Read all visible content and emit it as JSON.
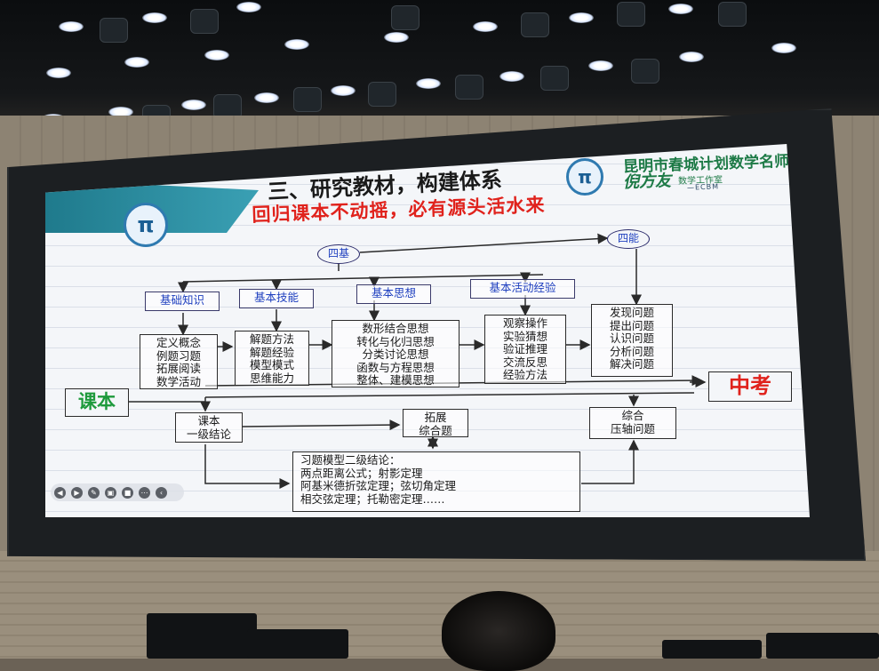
{
  "slide": {
    "title": "三、研究教材，构建体系",
    "subtitle": "回归课本不动摇，必有源头活水来",
    "brand": {
      "line1": "昆明市春城计划数学名师",
      "line2": "倪方友",
      "line3": "数学工作室",
      "line4": "—ECBM"
    },
    "logo_glyph": "π",
    "top_left_pill": "四基",
    "top_right_pill": "四能",
    "categories": [
      "基础知识",
      "基本技能",
      "基本思想",
      "基本活动经验"
    ],
    "category_details": [
      [
        "定义概念",
        "例题习题",
        "拓展阅读",
        "数学活动"
      ],
      [
        "解题方法",
        "解题经验",
        "模型模式",
        "思维能力"
      ],
      [
        "数形结合思想",
        "转化与化归思想",
        "分类讨论思想",
        "函数与方程思想",
        "整体、建模思想"
      ],
      [
        "观察操作",
        "实验猜想",
        "验证推理",
        "交流反思",
        "经验方法"
      ],
      [
        "发现问题",
        "提出问题",
        "认识问题",
        "分析问题",
        "解决问题"
      ]
    ],
    "textbook_label": "课本",
    "exam_label": "中考",
    "first_level": [
      "课本",
      "一级结论"
    ],
    "extension": [
      "拓展",
      "综合题"
    ],
    "comprehensive": [
      "综合",
      "压轴问题"
    ],
    "second_level": [
      "习题模型二级结论：",
      "两点距离公式；射影定理",
      "阿基米德折弦定理；弦切角定理",
      "相交弦定理；托勒密定理……"
    ]
  },
  "toolbar_icons": [
    "back-icon",
    "forward-icon",
    "pen-icon",
    "screenshot-icon",
    "video-icon",
    "more-icon",
    "collapse-icon"
  ],
  "colors": {
    "title_band": "#1f7a8c",
    "subtitle_red": "#e0221c",
    "label_blue": "#1e3fbf",
    "textbook_green": "#1e9a3c",
    "brand_green": "#1d7a46"
  }
}
